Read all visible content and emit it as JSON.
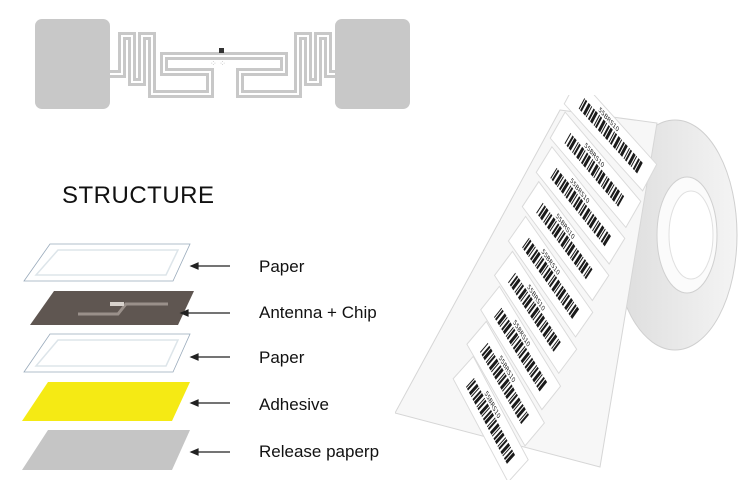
{
  "title": "STRUCTURE",
  "layers": [
    {
      "label": "Paper",
      "color": "#ffffff"
    },
    {
      "label": "Antenna + Chip",
      "color": "#5f5651"
    },
    {
      "label": "Paper",
      "color": "#ffffff"
    },
    {
      "label": "Adhesive",
      "color": "#f5ea14"
    },
    {
      "label": "Release paperp",
      "color": "#c5c5c5"
    }
  ],
  "label_code": "55BRS10",
  "colors": {
    "antenna": "#c8c8c8",
    "arrow": "#222222"
  }
}
